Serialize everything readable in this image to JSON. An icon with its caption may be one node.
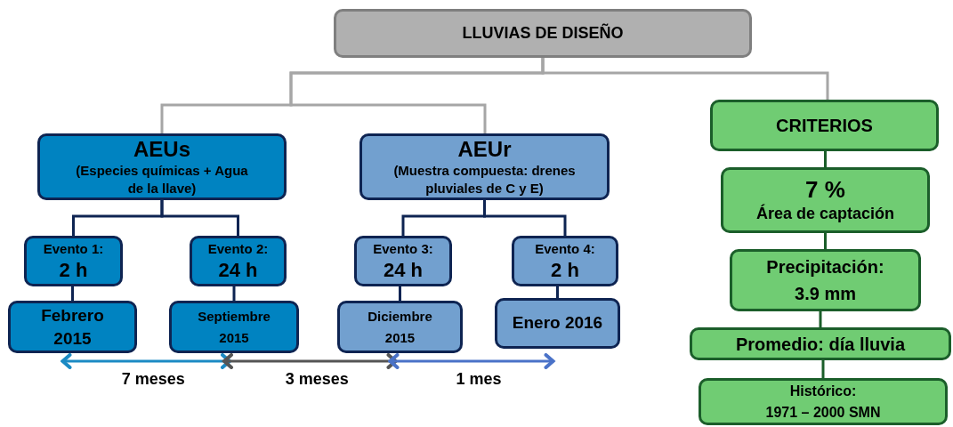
{
  "diagram": {
    "nodes": [
      {
        "text": [
          "LLUVIAS DE DISEÑO"
        ]
      },
      {
        "text": [
          "AEUs",
          "(Especies químicas + Agua de la llave)"
        ]
      },
      {
        "text": [
          "AEUr",
          "(Muestra compuesta: drenes pluviales de C y E)"
        ]
      },
      {
        "text": [
          "Evento 1:",
          "2 h"
        ]
      },
      {
        "text": [
          "Evento 2:",
          "24 h"
        ]
      },
      {
        "text": [
          "Evento 3:",
          "24 h"
        ]
      },
      {
        "text": [
          "Evento 4:",
          "2 h"
        ]
      },
      {
        "text": [
          "Febrero 2015"
        ]
      },
      {
        "text": [
          "Septiembre 2015"
        ]
      },
      {
        "text": [
          "Diciembre 2015"
        ]
      },
      {
        "text": [
          "Enero 2016"
        ]
      },
      {
        "text": [
          "CRITERIOS"
        ]
      },
      {
        "text": [
          "7 %",
          "Área de captación"
        ]
      },
      {
        "text": [
          "Precipitación:",
          "3.9 mm"
        ]
      },
      {
        "text": [
          "Promedio: día lluvia"
        ]
      },
      {
        "text": [
          "Histórico:",
          "1971 – 2000 SMN"
        ]
      }
    ],
    "edges": [
      {
        "from": 0,
        "to": 1,
        "arrow": "none",
        "color": "#a6a6a6"
      },
      {
        "from": 0,
        "to": 2,
        "arrow": "none",
        "color": "#a6a6a6"
      },
      {
        "from": 0,
        "to": 11,
        "arrow": "none",
        "color": "#a6a6a6"
      },
      {
        "from": 1,
        "to": 3,
        "arrow": "none"
      },
      {
        "from": 1,
        "to": 4,
        "arrow": "none"
      },
      {
        "from": 2,
        "to": 5,
        "arrow": "none"
      },
      {
        "from": 2,
        "to": 6,
        "arrow": "none"
      },
      {
        "from": 3,
        "to": 7,
        "arrow": "none"
      },
      {
        "from": 4,
        "to": 8,
        "arrow": "none"
      },
      {
        "from": 5,
        "to": 9,
        "arrow": "none"
      },
      {
        "from": 6,
        "to": 10,
        "arrow": "none"
      },
      {
        "from": 11,
        "to": 12,
        "arrow": "none",
        "color": "#1b5e2a"
      },
      {
        "from": 12,
        "to": 13,
        "arrow": "none",
        "color": "#1b5e2a"
      },
      {
        "from": 13,
        "to": 14,
        "arrow": "none",
        "color": "#1b5e2a"
      },
      {
        "from": 14,
        "to": 15,
        "arrow": "none",
        "color": "#1b5e2a"
      },
      {
        "from": 7,
        "to": 8,
        "arrow": "both",
        "label": "7 meses",
        "color": "#1b8ac4"
      },
      {
        "from": 8,
        "to": 9,
        "arrow": "both",
        "label": "3 meses",
        "color": "#555555"
      },
      {
        "from": 9,
        "to": 10,
        "arrow": "both",
        "label": "1 mes",
        "color": "#4a72c8"
      }
    ]
  }
}
